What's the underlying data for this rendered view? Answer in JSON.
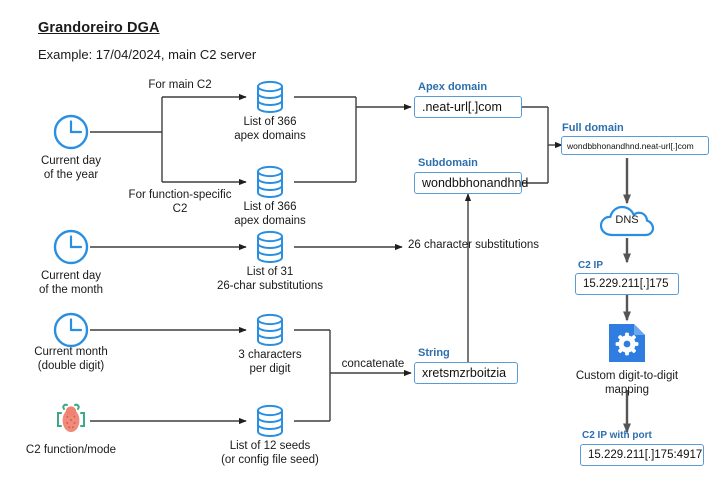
{
  "header": {
    "title": "Grandoreiro DGA",
    "subtitle": "Example: 17/04/2024, main C2 server"
  },
  "colors": {
    "accent_blue": "#5b9bd5",
    "label_blue": "#2c6fad",
    "bug_red": "#f08a7a",
    "bug_green": "#3bab84",
    "file_blue": "#2f7de1",
    "wire": "#3f3f3f"
  },
  "inputs": [
    {
      "icon": "clock-icon",
      "label": "Current day\nof the year"
    },
    {
      "icon": "clock-icon",
      "label": "Current day\nof the month"
    },
    {
      "icon": "clock-icon",
      "label": "Current month\n(double digit)"
    },
    {
      "icon": "bug-icon",
      "label": "C2 function/mode"
    }
  ],
  "edge_labels": {
    "main_c2": "For main C2",
    "function_specific_c2": "For function-specific\nC2",
    "substitutions": "26 character substitutions",
    "concatenate": "concatenate"
  },
  "stores": [
    {
      "icon": "database-icon",
      "label": "List of 366\napex domains"
    },
    {
      "icon": "database-icon",
      "label": "List of 366\napex domains"
    },
    {
      "icon": "database-icon",
      "label": "List of 31\n26-char substitutions"
    },
    {
      "icon": "database-icon",
      "label": "3 characters\nper digit"
    },
    {
      "icon": "database-icon",
      "label": "List of 12 seeds\n(or config file seed)"
    }
  ],
  "outputs": {
    "apex_domain": {
      "label": "Apex domain",
      "value": ".neat-url[.]com"
    },
    "subdomain": {
      "label": "Subdomain",
      "value": "wondbbhonandhnd"
    },
    "full_domain": {
      "label": "Full domain",
      "value": "wondbbhonandhnd.neat-url[.]com"
    },
    "string": {
      "label": "String",
      "value": "xretsmzrboitzia"
    },
    "c2_ip": {
      "label": "C2 IP",
      "value": "15.229.211[.]175"
    },
    "c2_ip_port": {
      "label": "C2 IP with port",
      "value": "15.229.211[.]175:4917"
    }
  },
  "nodes": {
    "dns": {
      "icon": "cloud-icon",
      "label": "DNS"
    },
    "mapping": {
      "icon": "file-gear-icon",
      "label": "Custom digit-to-digit\nmapping"
    }
  }
}
